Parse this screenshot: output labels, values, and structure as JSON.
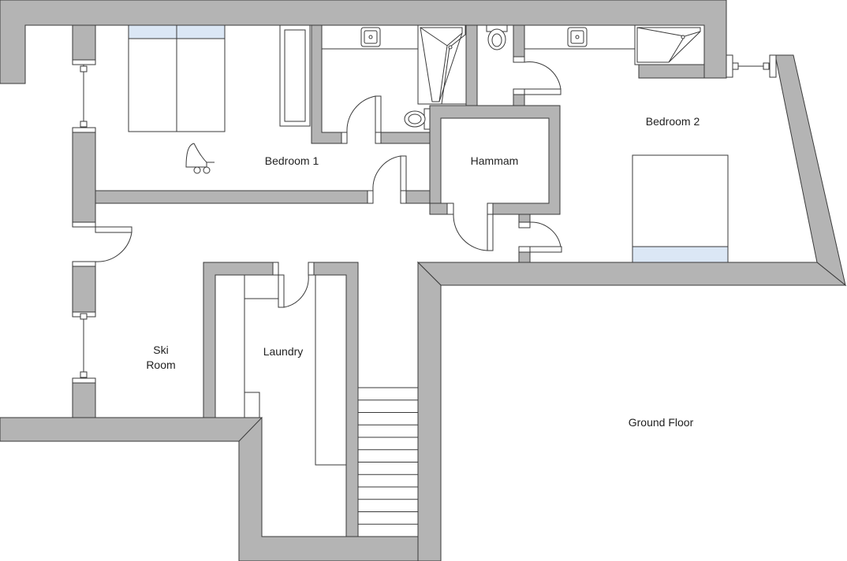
{
  "rooms": {
    "bedroom1": "Bedroom 1",
    "bedroom2": "Bedroom 2",
    "hammam": "Hammam",
    "ski_room": "Ski\nRoom",
    "laundry": "Laundry",
    "ground_floor": "Ground Floor"
  },
  "colors": {
    "wall": "#b4b4b4",
    "outline": "#3a3a3a",
    "pillow": "#dbe7f5"
  }
}
